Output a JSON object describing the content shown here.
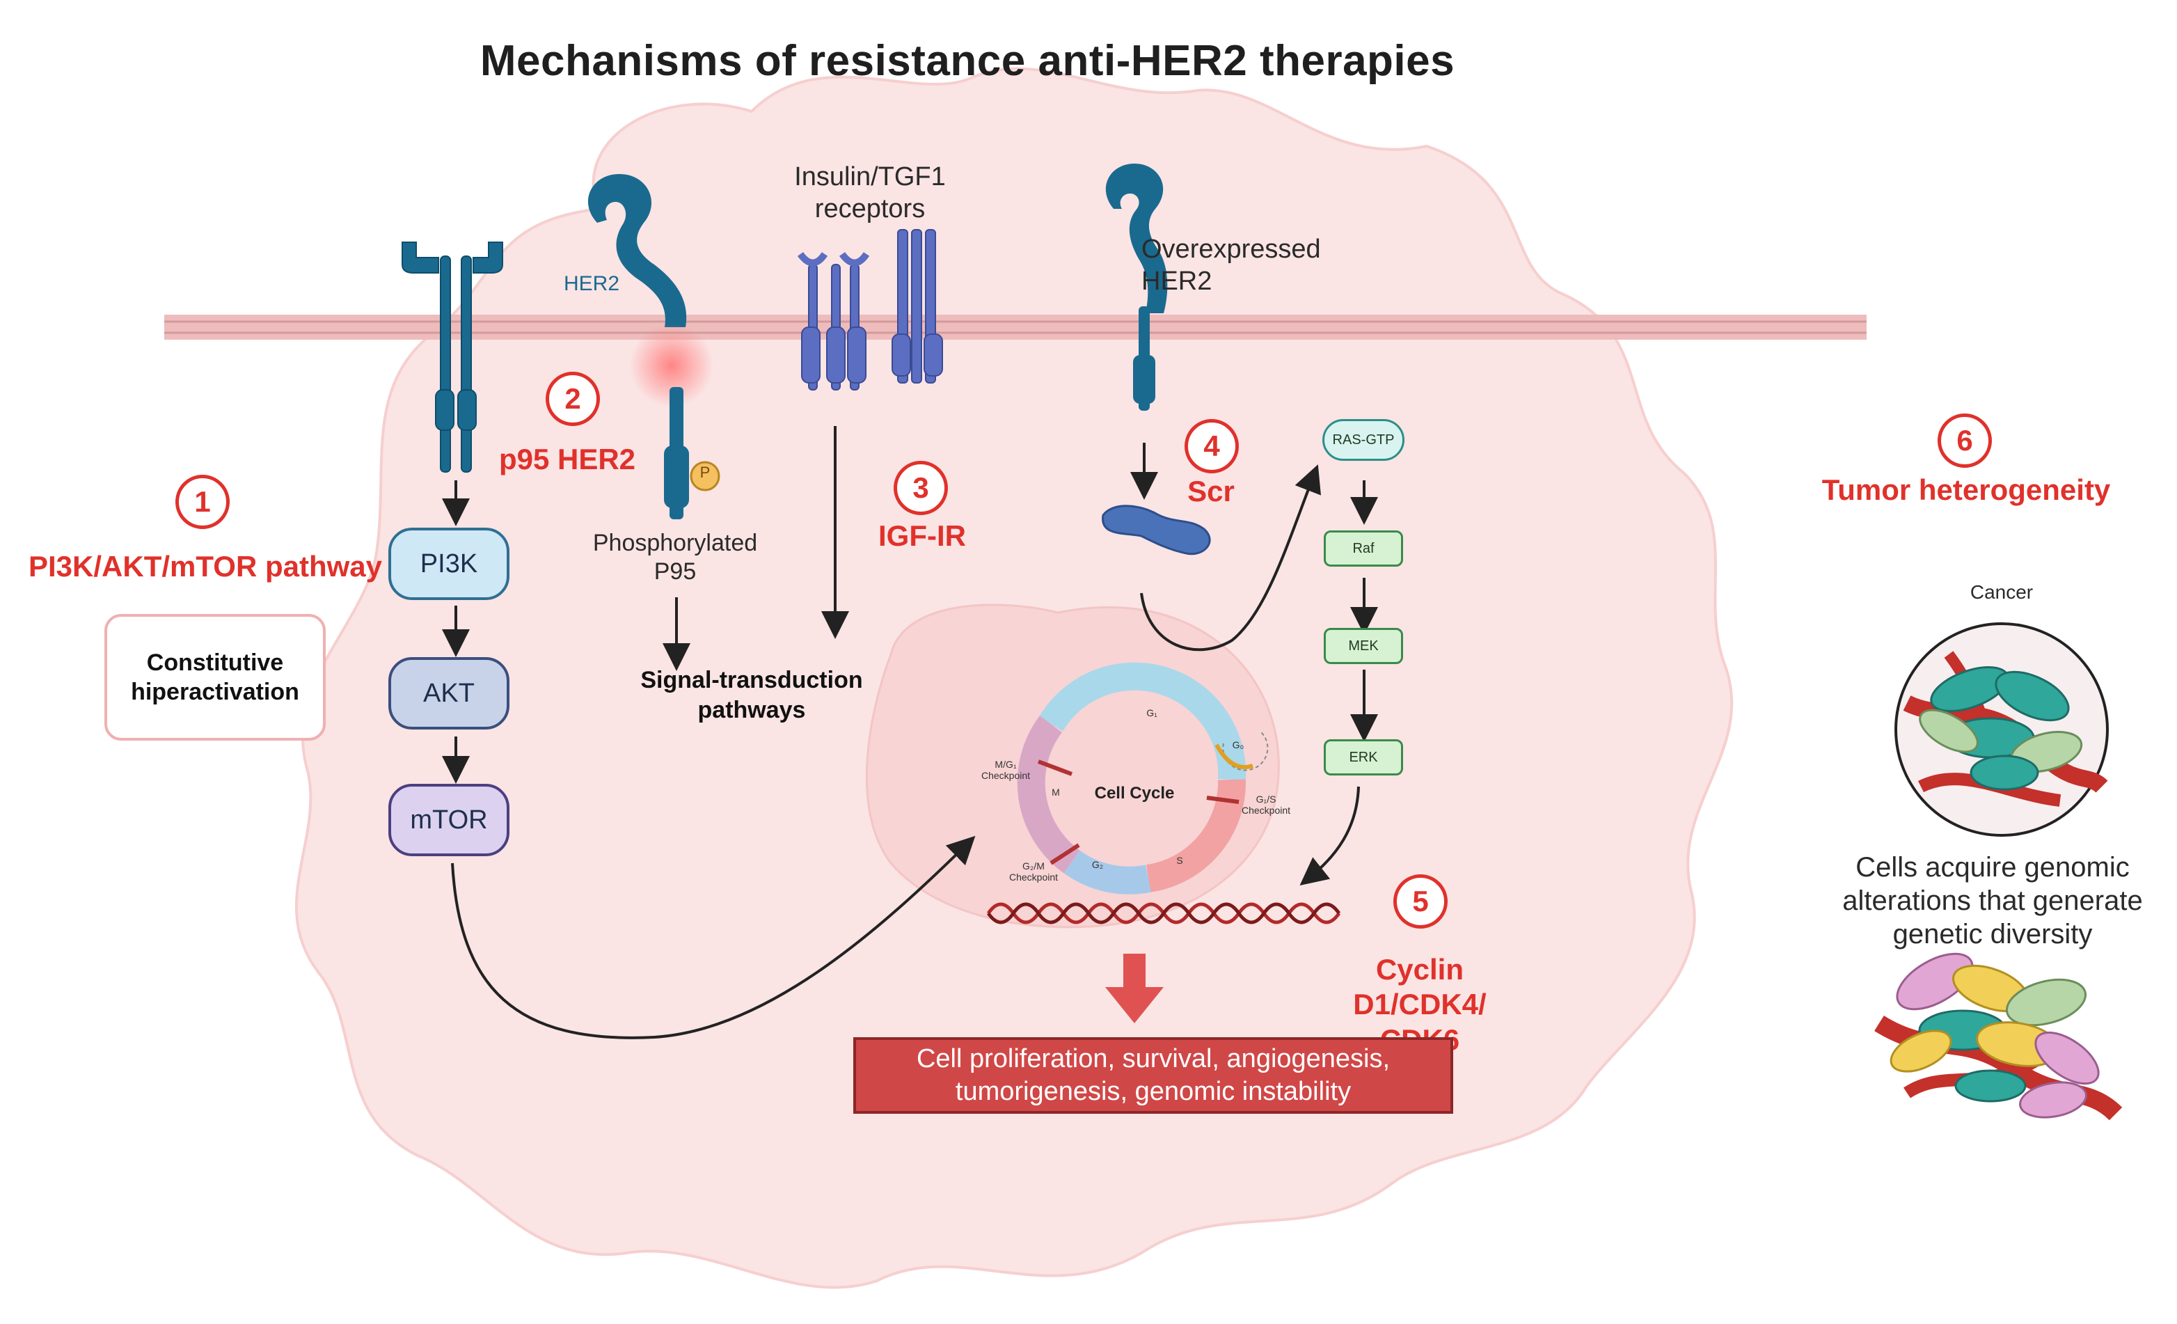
{
  "title": "Mechanisms of resistance anti-HER2 therapies",
  "mechanisms": [
    {
      "number": "1",
      "label": "PI3K/AKT/mTOR pathway"
    },
    {
      "number": "2",
      "label": "p95 HER2"
    },
    {
      "number": "3",
      "label": "IGF-IR"
    },
    {
      "number": "4",
      "label": "Scr"
    },
    {
      "number": "5",
      "label": "Cyclin D1/CDK4/ CDK6"
    },
    {
      "number": "6",
      "label": "Tumor heterogeneity"
    }
  ],
  "constitutive_box": "Constitutive hiperactivation",
  "pathway": [
    "PI3K",
    "AKT",
    "mTOR"
  ],
  "receptors": {
    "her2": "HER2",
    "phosphorylated": "Phosphorylated P95",
    "phospho_symbol": "P",
    "insulin": "Insulin/TGF1 receptors",
    "overexpressed": "Overexpressed HER2"
  },
  "signal_transduction": "Signal-transduction pathways",
  "mapk": [
    "RAS-GTP",
    "Raf",
    "MEK",
    "ERK"
  ],
  "cell_cycle": {
    "center": "Cell Cycle",
    "phases": [
      "G₁",
      "S",
      "G₂",
      "M",
      "G₀"
    ],
    "checkpoints": [
      "M/G₁ Checkpoint",
      "G₁/S Checkpoint",
      "G₂/M Checkpoint"
    ]
  },
  "result": "Cell proliferation, survival, angiogenesis, tumorigenesis, genomic instability",
  "heterogeneity": {
    "cancer_label": "Cancer",
    "description": "Cells acquire genomic alterations that generate genetic diversity"
  },
  "colors": {
    "accent_red": "#e0312b",
    "receptor_blue": "#1a6a8f",
    "cell_pink": "#fbe4e4",
    "result_red": "#d04747"
  }
}
